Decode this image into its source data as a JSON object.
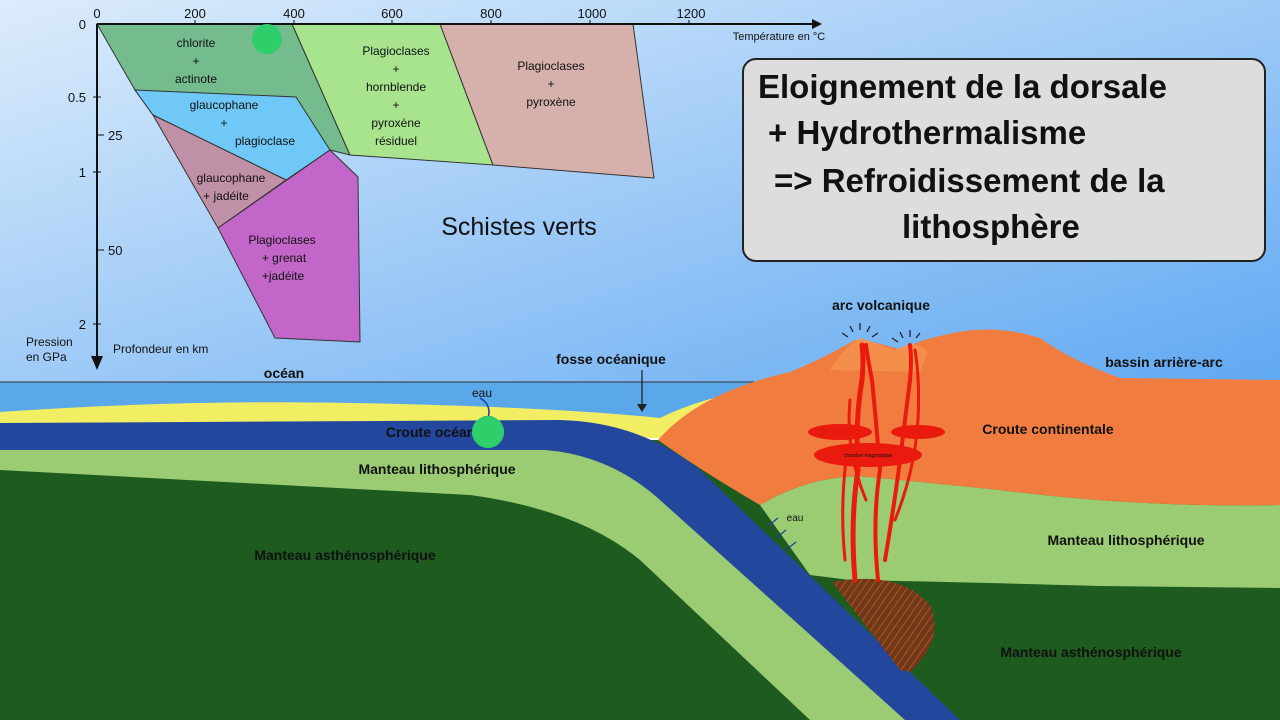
{
  "diagram": {
    "axis": {
      "temperature_ticks": [
        "0",
        "200",
        "400",
        "600",
        "800",
        "1000",
        "1200"
      ],
      "temperature_label": "Température en °C",
      "pressure_ticks": [
        "0",
        "0.5",
        "1",
        "2"
      ],
      "pressure_label": [
        "Pression",
        "en GPa"
      ],
      "depth_ticks": [
        "25",
        "50"
      ],
      "depth_label": "Profondeur en km"
    },
    "facies": {
      "chlorite_actinote": [
        "chlorite",
        "+",
        "actinote"
      ],
      "glaucophane_plagioclase": [
        "glaucophane",
        "+",
        "plagioclase"
      ],
      "glaucophane_jadeite": [
        "glaucophane",
        "+ jadéite"
      ],
      "plagioclases_grenat_jadeite": [
        "Plagioclases",
        "+  grenat",
        "+jadéite"
      ],
      "plagioclases_hornblende_pyroxene": [
        "Plagioclases",
        "+",
        "hornblende",
        "+",
        "pyroxène",
        "résiduel"
      ],
      "plagioclases_pyroxene": [
        "Plagioclases",
        "+",
        "pyroxène"
      ]
    },
    "schistes_verts": "Schistes verts",
    "callout_lines": [
      "Eloignement de la dorsale",
      "+ Hydrothermalisme",
      "=> Refroidissement de la",
      "lithosphère"
    ],
    "geology": {
      "ocean": "océan",
      "fosse_oceanique": "fosse océanique",
      "arc_volcanique": "arc volcanique",
      "bassin_arriere_arc": "bassin arrière-arc",
      "eau_top": "eau",
      "eau_side": "eau",
      "croute_oceanique": "Croute océanique",
      "croute_continentale": "Croute continentale",
      "manteau_litho_left": "Manteau lithosphérique",
      "manteau_litho_right": "Manteau lithosphérique",
      "manteau_astheno_left": "Manteau asthénosphérique",
      "manteau_astheno_right": "Manteau asthénosphérique",
      "chambre_magmatique": "chambre magmatique"
    },
    "colors": {
      "sky": "#9cc8f5",
      "ocean": "#5aa8ea",
      "sediment": "#f1ee63",
      "oceanic_crust": "#22479c",
      "litho_mantle": "#9bcc74",
      "astheno_mantle": "#1e5b1e",
      "continental_crust": "#f07d3f",
      "magma": "#ea1a0e",
      "chlorite_zone": "#74bb8d",
      "glaucophane_plag_zone": "#6fc8f5",
      "glaucophane_jad_zone": "#c090a7",
      "eclogite_zone": "#c266c9",
      "amphibolite_zone": "#a8e48e",
      "granulite_zone": "#d6b1ac",
      "schistes_verts_text": "#2e8b57",
      "green_marker": "#2ecf6b"
    }
  }
}
